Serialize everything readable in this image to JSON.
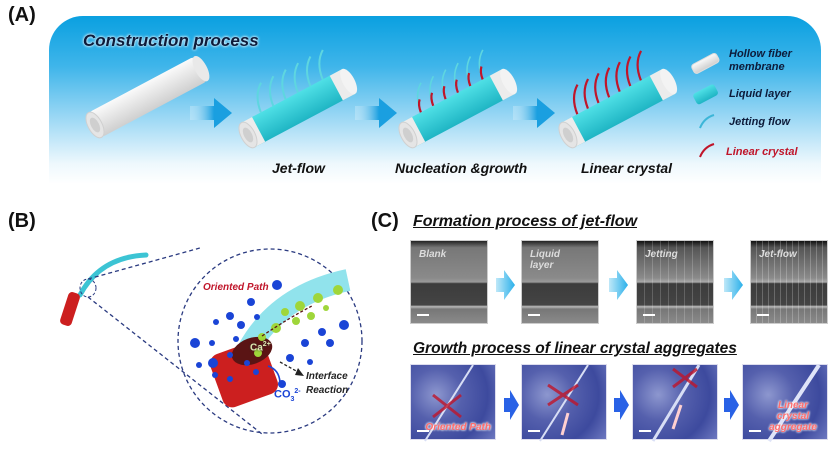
{
  "panel_labels": {
    "a": "(A)",
    "b": "(B)",
    "c": "(C)"
  },
  "panel_a": {
    "title": "Construction process",
    "steps": [
      "Jet-flow",
      "Nucleation &growth",
      "Linear crystal"
    ],
    "legend": [
      {
        "label": "Hollow fiber membrane",
        "icon": "hollow-fiber-icon",
        "color": "#0d1b3a"
      },
      {
        "label": "Liquid layer",
        "icon": "liquid-layer-icon",
        "color": "#0d1b3a"
      },
      {
        "label": "Jetting flow",
        "icon": "jetting-flow-icon",
        "color": "#0d1b3a"
      },
      {
        "label": "Linear crystal",
        "icon": "linear-crystal-icon",
        "color": "#c0152a"
      }
    ],
    "colors": {
      "membrane": "#f1f1f1",
      "liquid": "#35cfd8",
      "jet": "#5ed6e0",
      "crystal": "#c0152a",
      "arrow": "#1a9fe0"
    }
  },
  "panel_b": {
    "oriented_path": "Oriented Path",
    "ca_ion": "Ca",
    "ca_charge": "2+",
    "co3_ion": "CO",
    "co3_sub": "3",
    "co3_charge": "2-",
    "interface_line1": "Interface",
    "interface_line2": "Reaction",
    "colors": {
      "ion_blue": "#1a44d6",
      "ion_green": "#9fd63a",
      "channel": "#9eecf4",
      "crystal": "#cc1f1f"
    }
  },
  "panel_c": {
    "formation_title": "Formation process of jet-flow",
    "formation_frames": [
      "Blank",
      "Liquid layer",
      "Jetting",
      "Jet-flow"
    ],
    "growth_title": "Growth process of linear crystal aggregates",
    "growth_frames": [
      "Oriented Path",
      "",
      "",
      "Linear crystal aggregate"
    ],
    "arrow_color_top": "#37b7ec",
    "arrow_color_bottom": "#2962e6"
  }
}
